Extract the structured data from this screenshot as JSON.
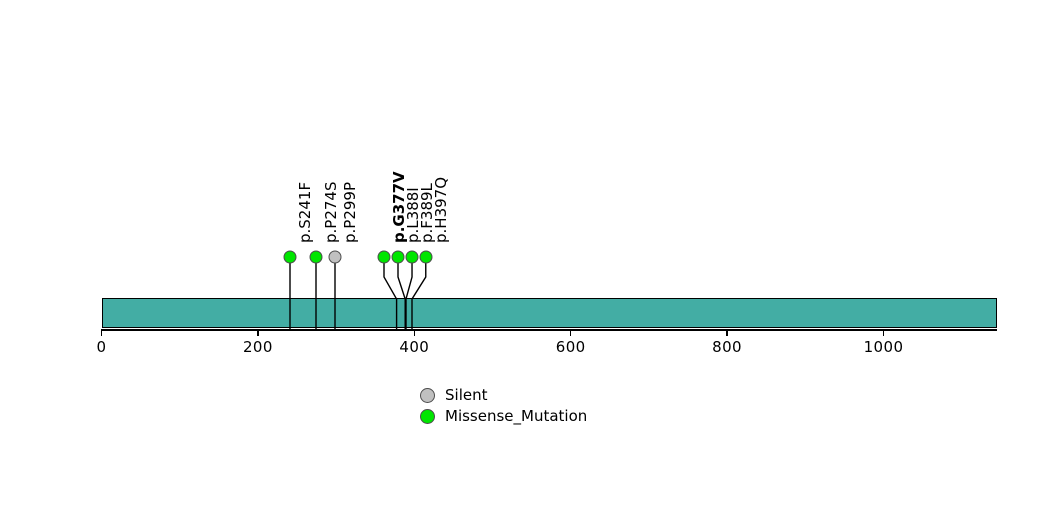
{
  "chart_data": {
    "type": "lollipop",
    "title": "",
    "xlabel": "",
    "ylabel": "",
    "xlim": [
      0,
      1145
    ],
    "protein_length": 1145,
    "grid": false,
    "legend_position": "bottom-center",
    "axis": {
      "ticks": [
        0,
        200,
        400,
        600,
        800,
        1000
      ],
      "tick_labels": [
        "0",
        "200",
        "400",
        "600",
        "800",
        "1000"
      ]
    },
    "backbone": {
      "start": 0,
      "end": 1145,
      "color": "#43ada4",
      "border_color": "#000000"
    },
    "mutations": [
      {
        "label": "p.S241F",
        "position": 241,
        "type": "Missense_Mutation",
        "color": "#00e600",
        "count": 1,
        "bold": false
      },
      {
        "label": "p.P274S",
        "position": 274,
        "type": "Missense_Mutation",
        "color": "#00e600",
        "count": 1,
        "bold": false
      },
      {
        "label": "p.P299P",
        "position": 299,
        "type": "Silent",
        "color": "#c0c0c0",
        "count": 1,
        "bold": false
      },
      {
        "label": "p.G377V",
        "position": 377,
        "type": "Missense_Mutation",
        "color": "#00e600",
        "count": 1,
        "bold": true
      },
      {
        "label": "p.L388I",
        "position": 388,
        "type": "Missense_Mutation",
        "color": "#00e600",
        "count": 1,
        "bold": false
      },
      {
        "label": "p.F389L",
        "position": 389,
        "type": "Missense_Mutation",
        "color": "#00e600",
        "count": 1,
        "bold": false
      },
      {
        "label": "p.H397Q",
        "position": 397,
        "type": "Missense_Mutation",
        "color": "#00e600",
        "count": 1,
        "bold": false
      }
    ],
    "legend": [
      {
        "label": "Silent",
        "color": "#c0c0c0"
      },
      {
        "label": "Missense_Mutation",
        "color": "#00e600"
      }
    ]
  },
  "colors": {
    "background": "#ffffff",
    "backbone": "#43ada4",
    "silent": "#c0c0c0",
    "missense": "#00e600",
    "stroke": "#000000"
  }
}
